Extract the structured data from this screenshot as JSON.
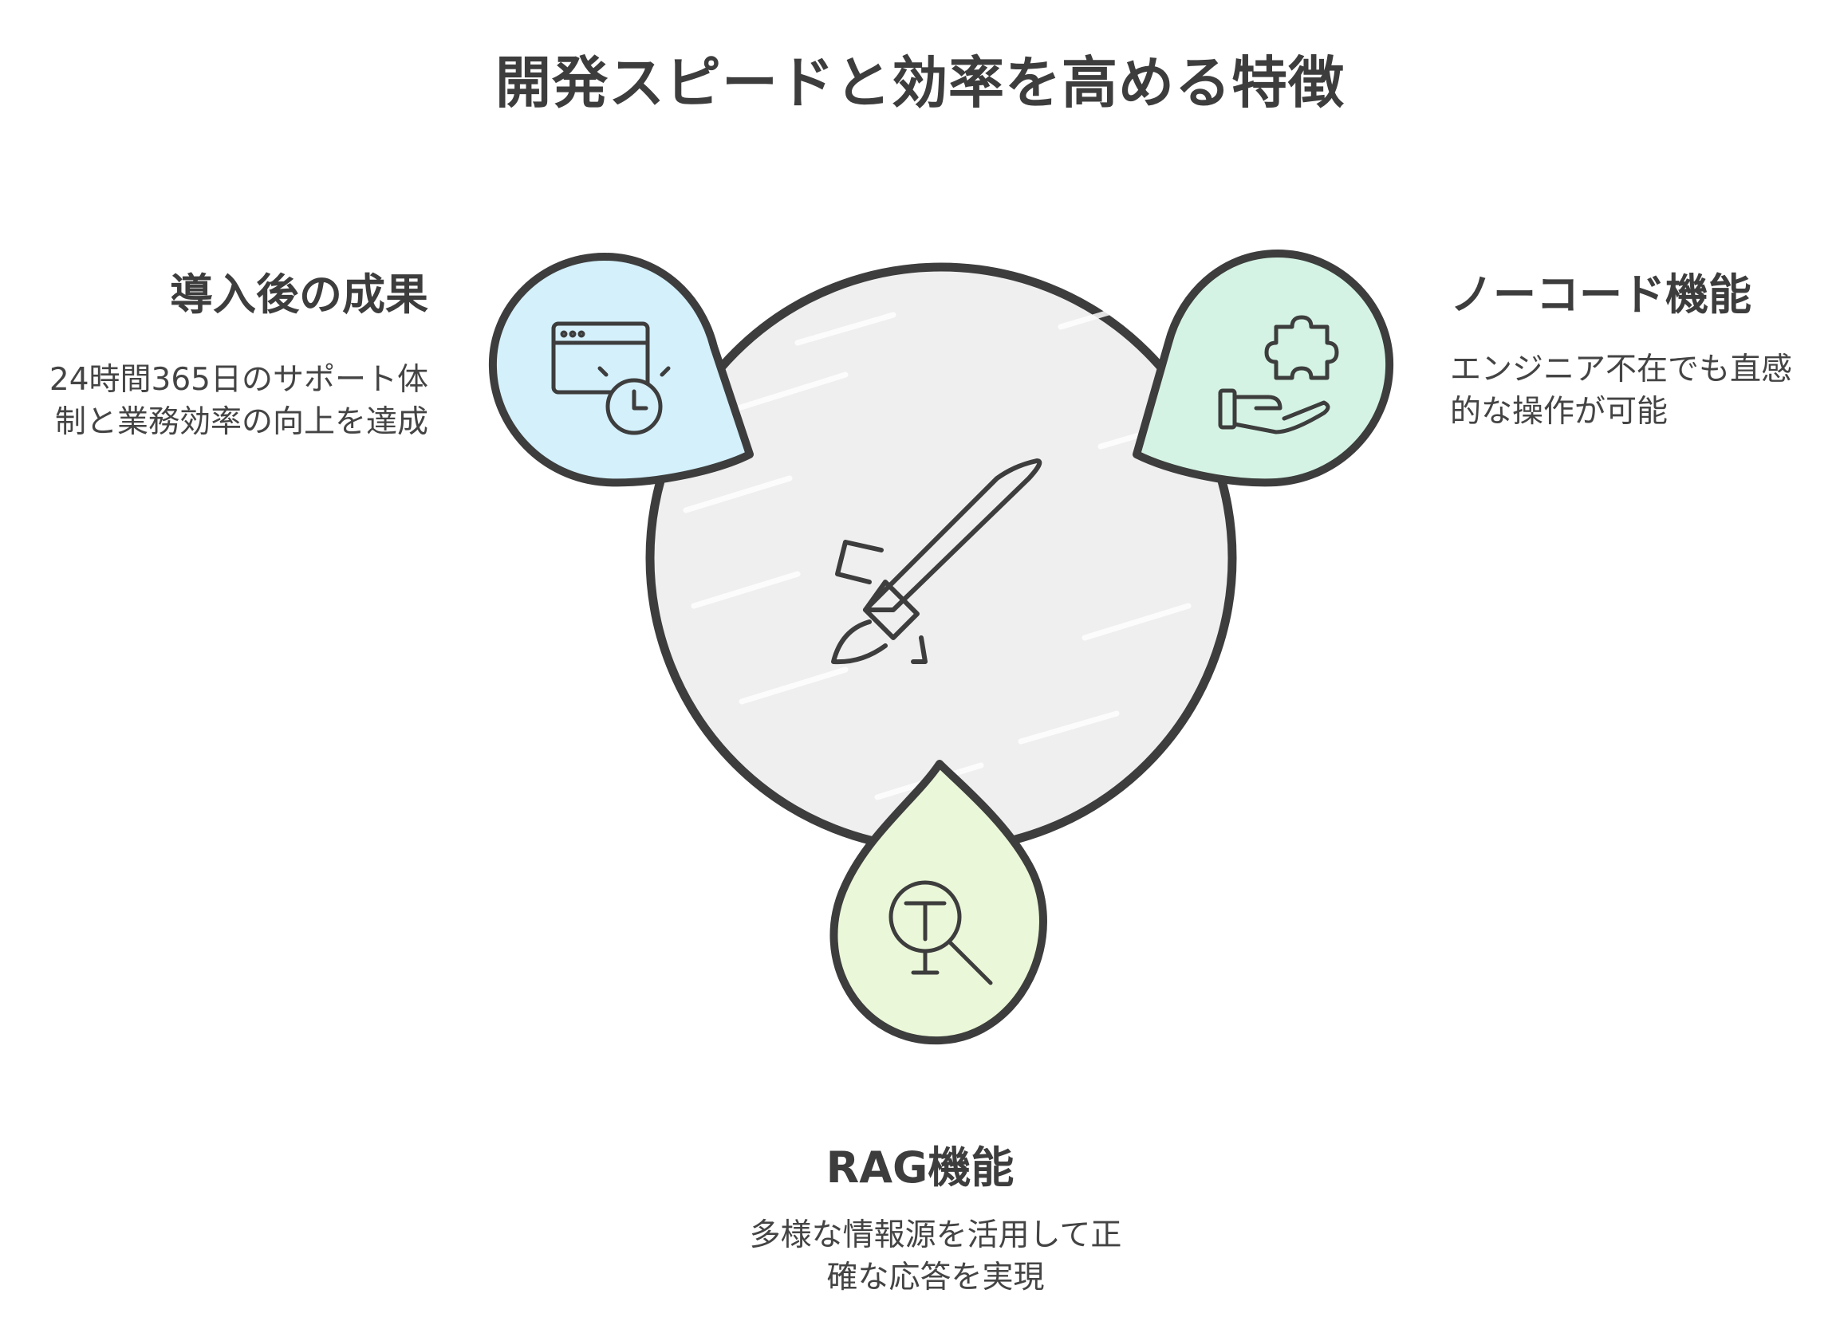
{
  "title": "開発スピードと効率を高める特徴",
  "features": [
    {
      "heading": "導入後の成果",
      "description": "24時間365日のサポート体制と業務効率の向上を達成",
      "icon": "window-clock-icon",
      "color": "#d3f0fb"
    },
    {
      "heading": "ノーコード機能",
      "description": "エンジニア不在でも直感的な操作が可能",
      "icon": "hand-puzzle-icon",
      "color": "#d4f3e4"
    },
    {
      "heading": "RAG機能",
      "description": "多様な情報源を活用して正確な応答を実現",
      "icon": "text-search-icon",
      "color": "#eaf7d8"
    }
  ],
  "center": {
    "icon": "rocket-icon",
    "color": "#eeeeee"
  }
}
